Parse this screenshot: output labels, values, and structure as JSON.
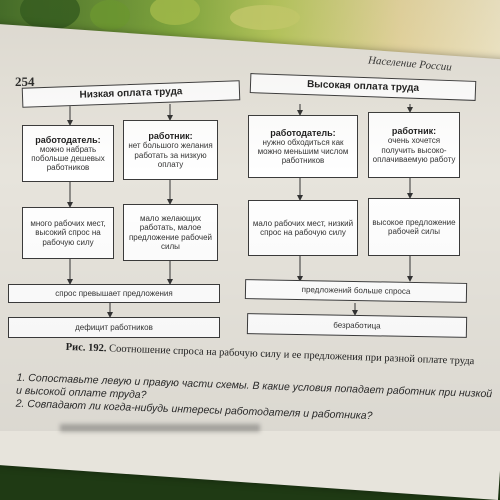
{
  "page": {
    "number": "254",
    "running_head": "Население России"
  },
  "diagram": {
    "left_header": "Низкая оплата труда",
    "right_header": "Высокая оплата труда",
    "left_employer_role": "работодатель:",
    "left_employer_text": "можно набрать побольше дешевых работников",
    "left_worker_role": "работник:",
    "left_worker_text": "нет большого желания работать за низкую оплату",
    "right_employer_role": "работодатель:",
    "right_employer_text": "нужно обходиться как можно меньшим числом работников",
    "right_worker_role": "работник:",
    "right_worker_text": "очень хочется получить высоко-оплачиваемую работу",
    "left_result_1": "много рабочих мест, высокий спрос на рабочую силу",
    "left_result_2": "мало желающих работать, малое предложение рабочей силы",
    "right_result_1": "мало рабочих мест, низкий спрос на рабочую силу",
    "right_result_2": "высокое предложение рабочей силы",
    "left_summary": "спрос превышает предложения",
    "right_summary": "предложений больше спроса",
    "left_outcome": "дефицит работников",
    "right_outcome": "безработица"
  },
  "caption": {
    "label": "Рис. 192.",
    "text": "Соотношение спроса на рабочую силу и ее предложения при разной оплате труда"
  },
  "questions": [
    "1. Сопоставьте левую и правую части схемы. В какие условия попадает работник при низкой и высокой оплате труда?",
    "2. Совпадают ли когда-нибудь интересы работодателя и работника?"
  ]
}
